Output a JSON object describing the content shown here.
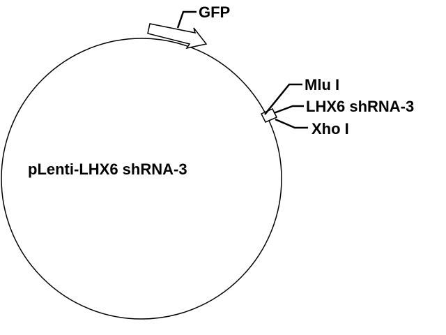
{
  "plasmid": {
    "name": "pLenti-LHX6 shRNA-3"
  },
  "features": {
    "gfp": "GFP",
    "shrna": "LHX6 shRNA-3"
  },
  "sites": {
    "mlu": "Mlu I",
    "xho": "Xho I"
  },
  "colors": {
    "line": "#000000",
    "background": "#ffffff"
  }
}
